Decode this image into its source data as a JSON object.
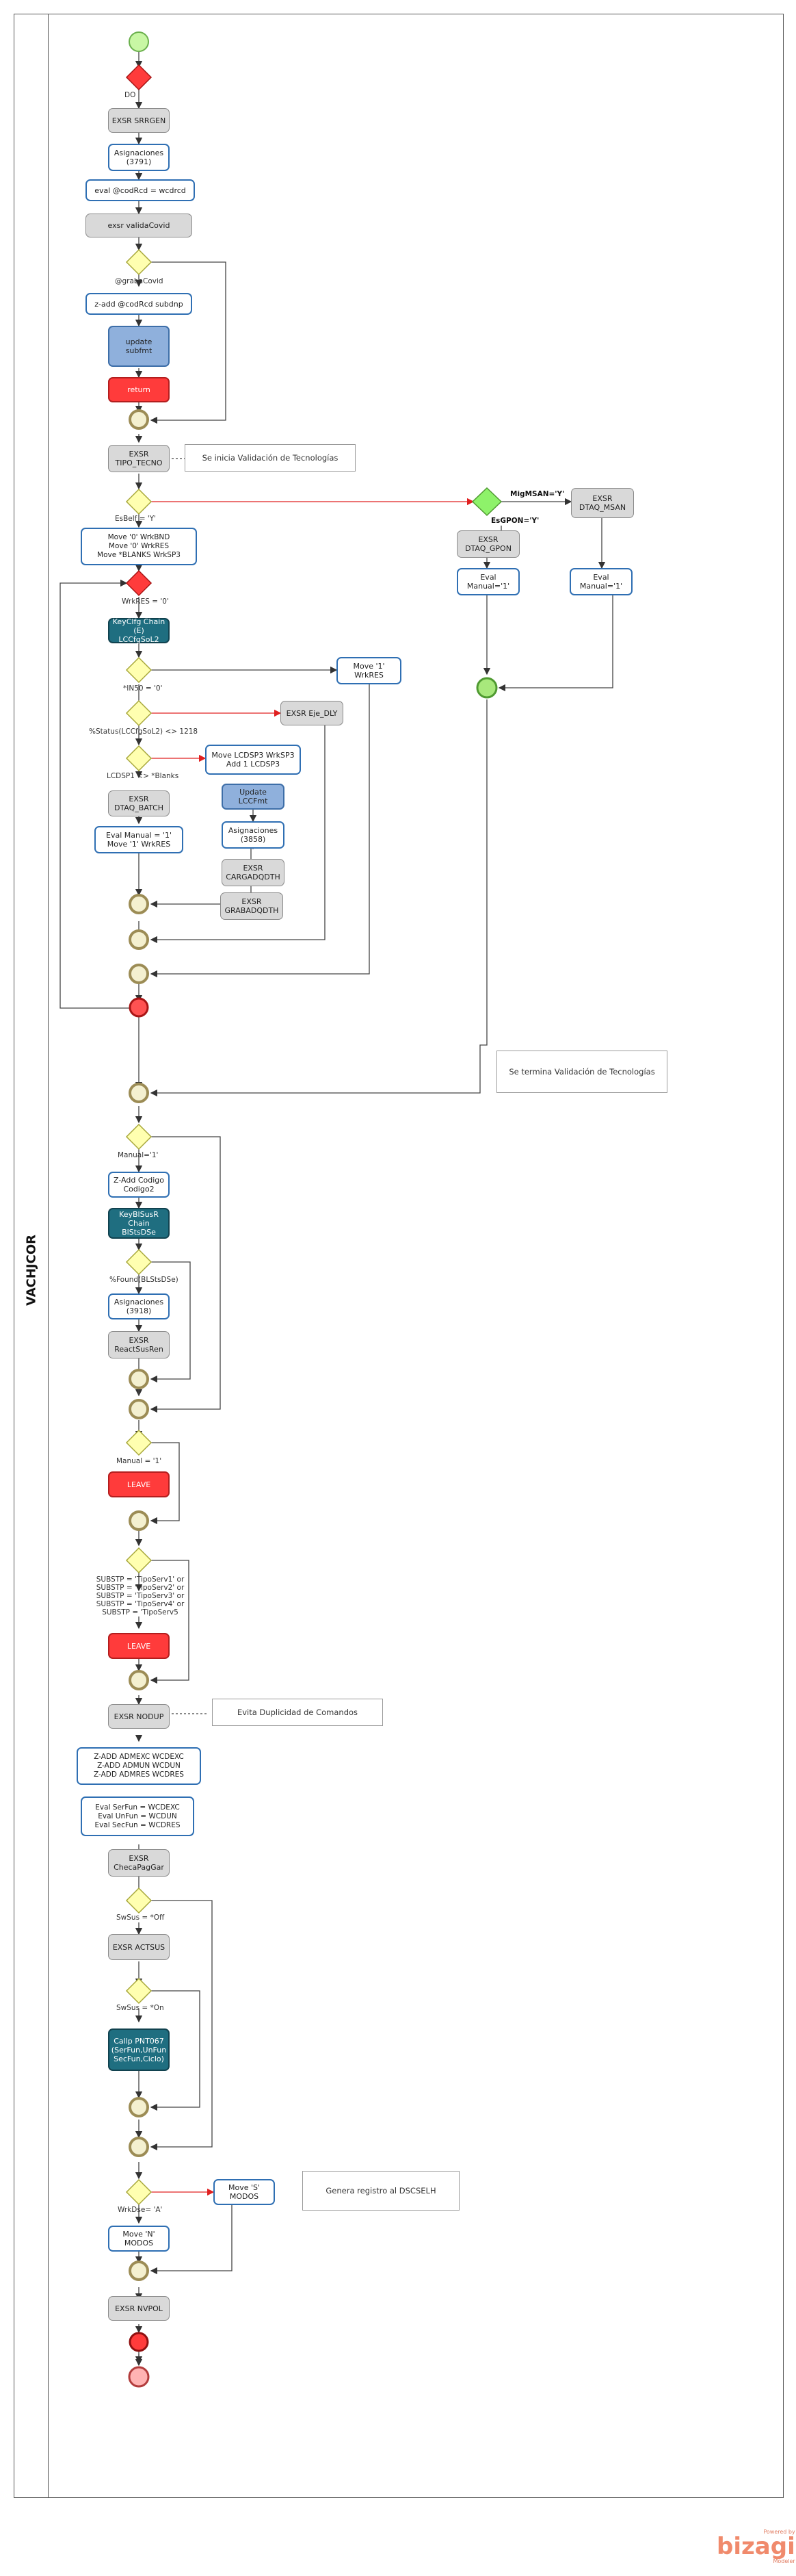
{
  "pool": {
    "lane_title": "VACHJCOR"
  },
  "nodes": {
    "exsr_srrgen": "EXSR SRRGEN",
    "asig_3791": "Asignaciones\n(3791)",
    "eval_codrcd": "eval @codRcd = wcdrcd",
    "exsr_validacovid": "exsr     validaCovid",
    "zadd_codrcd": "z-add  @codRcd subdnp",
    "update_subfmt": "update\nsubfmt",
    "return": "return",
    "exsr_tipo_tecno": "EXSR\nTIPO_TECNO",
    "move_block1": "Move      '0'          WrkBND\nMove      '0'          WrkRES\nMove     *BLANKS      WrkSP3",
    "keyclfg_chain": "KeyClfg Chain\n(E) LCCfgSoL2",
    "move_wrkres": "Move  '1'\nWrkRES",
    "exsr_eje_dly": "EXSR Eje_DLY",
    "move_lcdsp3": "Move  LCDSP3  WrkSP3\nAdd   1  LCDSP3",
    "exsr_dtaq_batch": "EXSR\nDTAQ_BATCH",
    "eval_manual": "Eval  Manual = '1'\nMove   '1'   WrkRES",
    "update_lccfmt": "Update LCCFmt",
    "asig_3858": "Asignaciones\n(3858)",
    "exsr_cargadqdth": "EXSR\nCARGADQDTH",
    "exsr_grabadqdth": "EXSR\nGRABADQDTH",
    "exsr_dtaq_msan": "EXSR\nDTAQ_MSAN",
    "exsr_dtaq_gpon": "EXSR\nDTAQ_GPON",
    "eval_manual_gpon": "Eval\nManual='1'",
    "eval_manual_msan": "Eval\nManual='1'",
    "zadd_codigo2": "Z-Add Codigo\nCodigo2",
    "keybl_chain": "KeyBlSusR\nChain BlStsDSe",
    "asig_3918": "Asignaciones\n(3918)",
    "exsr_reactsusren": "EXSR\nReactSusRen",
    "leave1": "LEAVE",
    "leave2": "LEAVE",
    "exsr_nodup": "EXSR NODUP",
    "zadd_block": "Z-ADD      ADMEXC          WCDEXC\nZ-ADD      ADMUN           WCDUN\nZ-ADD      ADMRES          WCDRES",
    "eval_serfun": "Eval      SerFun = WCDEXC\nEval      UnFun = WCDUN\nEval      SecFun = WCDRES",
    "exsr_checapaggar": "EXSR\nChecaPagGar",
    "exsr_actsus": "EXSR ACTSUS",
    "callp_pmt": "Callp PNT067\n(SerFun,UnFun\nSecFun,Ciclo)",
    "move_s_modos": "Move 'S'\nMODOS",
    "move_n_modos": "Move 'N'\nMODOS",
    "exsr_nvpol": "EXSR NVPOL"
  },
  "notes": {
    "inicia": "Se inicia Validación de Tecnologías",
    "termina": "Se termina Validación de Tecnologías",
    "duplicidad": "Evita Duplicidad de Comandos",
    "registro": "Genera registro al DSCSELH"
  },
  "labels": {
    "do": "DO",
    "grabacovid": "@grabaCovid",
    "estelf": "EsBelf = 'Y'",
    "wrkres0": "WrkRES = '0'",
    "ind": "*IN50 = '0'",
    "status": "%Status(LCCfgSoL2) <> 1218",
    "lcdsp": "LCDSP1 <> *Blanks",
    "migmsan": "MigMSAN='Y'",
    "esgpon": "EsGPON='Y'",
    "manual1": "Manual='1'",
    "found": "%Found(BLStsDSe)",
    "manual2": "Manual = '1'",
    "substp": "SUBSTP = 'TipoServ1' or\nSUBSTP = 'TipoServ2' or\nSUBSTP = 'TipoServ3' or\nSUBSTP = 'TipoServ4' or\nSUBSTP = 'TipoServ5",
    "swsus_off": "SwSus = *Off",
    "swsus_on": "SwSus = *On",
    "wrkdse": "WrkDse= 'A'"
  },
  "logo": {
    "powered": "Powered by",
    "name": "bizagi",
    "sub": "Modeler"
  }
}
